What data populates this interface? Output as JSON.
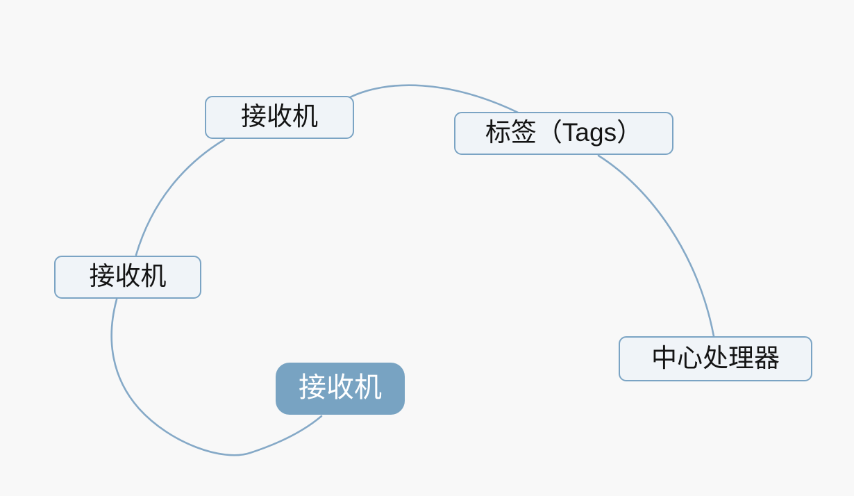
{
  "colors": {
    "bg": "#f8f8f8",
    "line": "#85a9c7",
    "node_border": "#7ba4c4",
    "node_fill": "#f0f4f8",
    "node_filled_bg": "#78a3c2",
    "node_text": "#141414",
    "node_filled_text": "#ffffff"
  },
  "diagram": {
    "nodes": [
      {
        "id": "receiver-top",
        "label": "接收机",
        "style": "outline"
      },
      {
        "id": "tags",
        "label": "标签（Tags）",
        "style": "outline"
      },
      {
        "id": "receiver-left",
        "label": "接收机",
        "style": "outline"
      },
      {
        "id": "receiver-bottom",
        "label": "接收机",
        "style": "filled"
      },
      {
        "id": "central-processor",
        "label": "中心处理器",
        "style": "outline"
      }
    ],
    "connectors": [
      {
        "from": "receiver-top",
        "to": "tags"
      },
      {
        "from": "tags",
        "to": "central-processor"
      },
      {
        "from": "receiver-top",
        "to": "receiver-left"
      },
      {
        "from": "receiver-left",
        "to": "receiver-bottom"
      }
    ]
  }
}
